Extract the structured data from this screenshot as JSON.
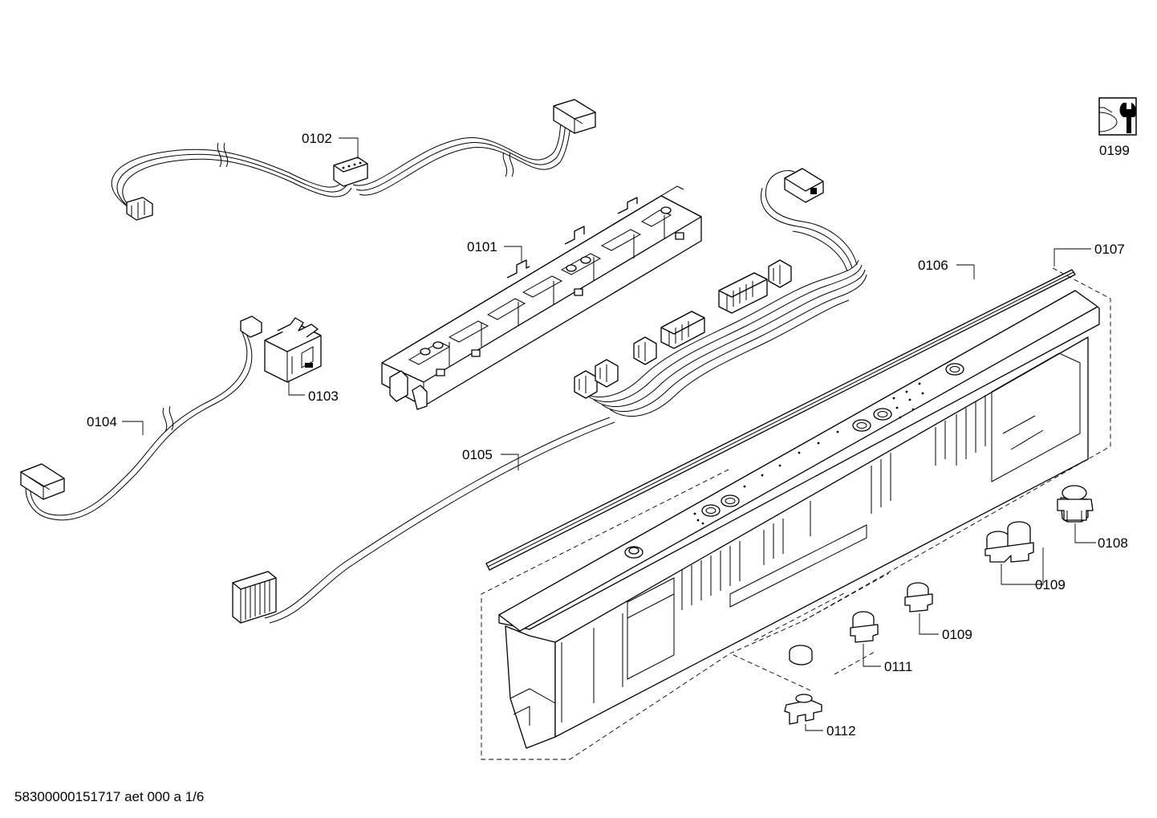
{
  "document": {
    "footer_id": "58300000151717 aet 000 a 1/6"
  },
  "parts": [
    {
      "id": "p0101",
      "number": "0101"
    },
    {
      "id": "p0102",
      "number": "0102"
    },
    {
      "id": "p0103",
      "number": "0103"
    },
    {
      "id": "p0104",
      "number": "0104"
    },
    {
      "id": "p0105",
      "number": "0105"
    },
    {
      "id": "p0106",
      "number": "0106"
    },
    {
      "id": "p0107",
      "number": "0107"
    },
    {
      "id": "p0108",
      "number": "0108"
    },
    {
      "id": "p0109a",
      "number": "0109"
    },
    {
      "id": "p0109b",
      "number": "0109"
    },
    {
      "id": "p0111",
      "number": "0111"
    },
    {
      "id": "p0112",
      "number": "0112"
    },
    {
      "id": "p0199",
      "number": "0199"
    }
  ],
  "icons": {
    "service_tool": "wrench-nut-icon"
  }
}
